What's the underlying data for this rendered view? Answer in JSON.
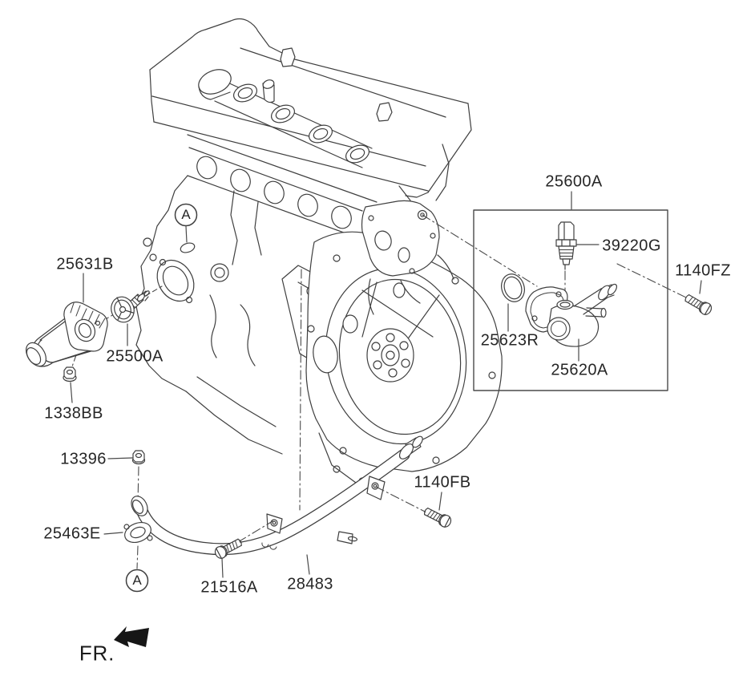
{
  "fr": {
    "label": "FR."
  },
  "callouts": {
    "view_marker": "A"
  },
  "parts": [
    {
      "code": "25631B"
    },
    {
      "code": "25500A"
    },
    {
      "code": "1338BB"
    },
    {
      "code": "13396"
    },
    {
      "code": "25463E"
    },
    {
      "code": "21516A"
    },
    {
      "code": "28483"
    },
    {
      "code": "1140FB"
    },
    {
      "code": "25600A"
    },
    {
      "code": "39220G"
    },
    {
      "code": "1140FZ"
    },
    {
      "code": "25623R"
    },
    {
      "code": "25620A"
    }
  ],
  "colors": {
    "background": "#ffffff",
    "line": "#3f3f3f",
    "label_text": "#262626",
    "arrow": "#161616"
  }
}
